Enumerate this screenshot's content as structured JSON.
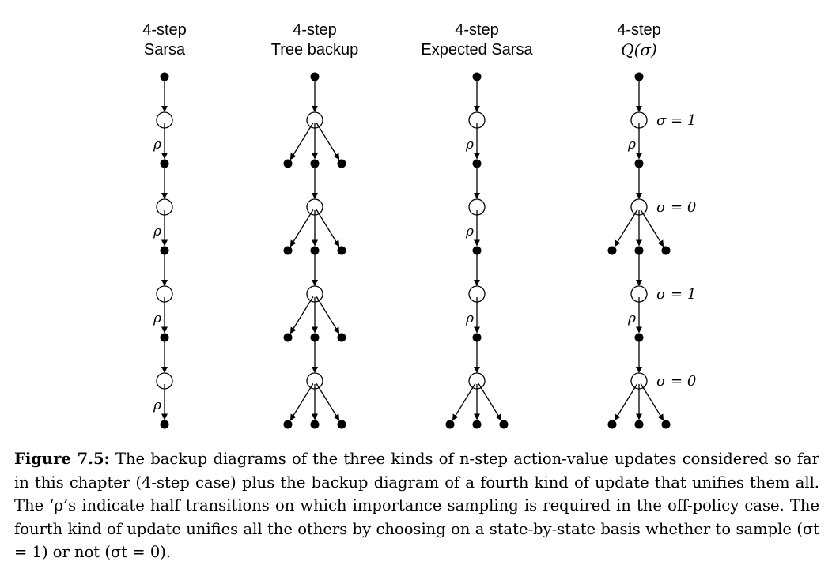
{
  "columns": [
    {
      "id": "sarsa",
      "title_line1": "4-step",
      "title_line2": "Sarsa",
      "steps": [
        "plain",
        "plain",
        "plain",
        "plain"
      ],
      "rho": [
        true,
        true,
        true,
        true
      ],
      "sigma": [
        "",
        "",
        "",
        ""
      ]
    },
    {
      "id": "tree-backup",
      "title_line1": "4-step",
      "title_line2": "Tree backup",
      "steps": [
        "tree",
        "tree",
        "tree",
        "tree"
      ],
      "rho": [
        false,
        false,
        false,
        false
      ],
      "sigma": [
        "",
        "",
        "",
        ""
      ]
    },
    {
      "id": "expected-sarsa",
      "title_line1": "4-step",
      "title_line2": "Expected Sarsa",
      "steps": [
        "plain",
        "plain",
        "plain",
        "tree"
      ],
      "rho": [
        true,
        true,
        true,
        false
      ],
      "sigma": [
        "",
        "",
        "",
        ""
      ]
    },
    {
      "id": "q-sigma",
      "title_line1": "4-step",
      "title_line2": "Q(σ)",
      "steps": [
        "plain",
        "tree",
        "plain",
        "tree"
      ],
      "rho": [
        true,
        false,
        true,
        false
      ],
      "sigma": [
        "σ = 1",
        "σ = 0",
        "σ = 1",
        "σ = 0"
      ]
    }
  ],
  "rho_label": "ρ",
  "caption": {
    "label": "Figure 7.5:",
    "text": " The backup diagrams of the three kinds of n-step action-value updates considered so far in this chapter (4-step case) plus the backup diagram of a fourth kind of update that unifies them all. The ‘ρ’s indicate half transitions on which importance sampling is required in the off-policy case. The fourth kind of update unifies all the others by choosing on a state-by-state basis whether to sample (σt = 1) or not (σt = 0)."
  }
}
